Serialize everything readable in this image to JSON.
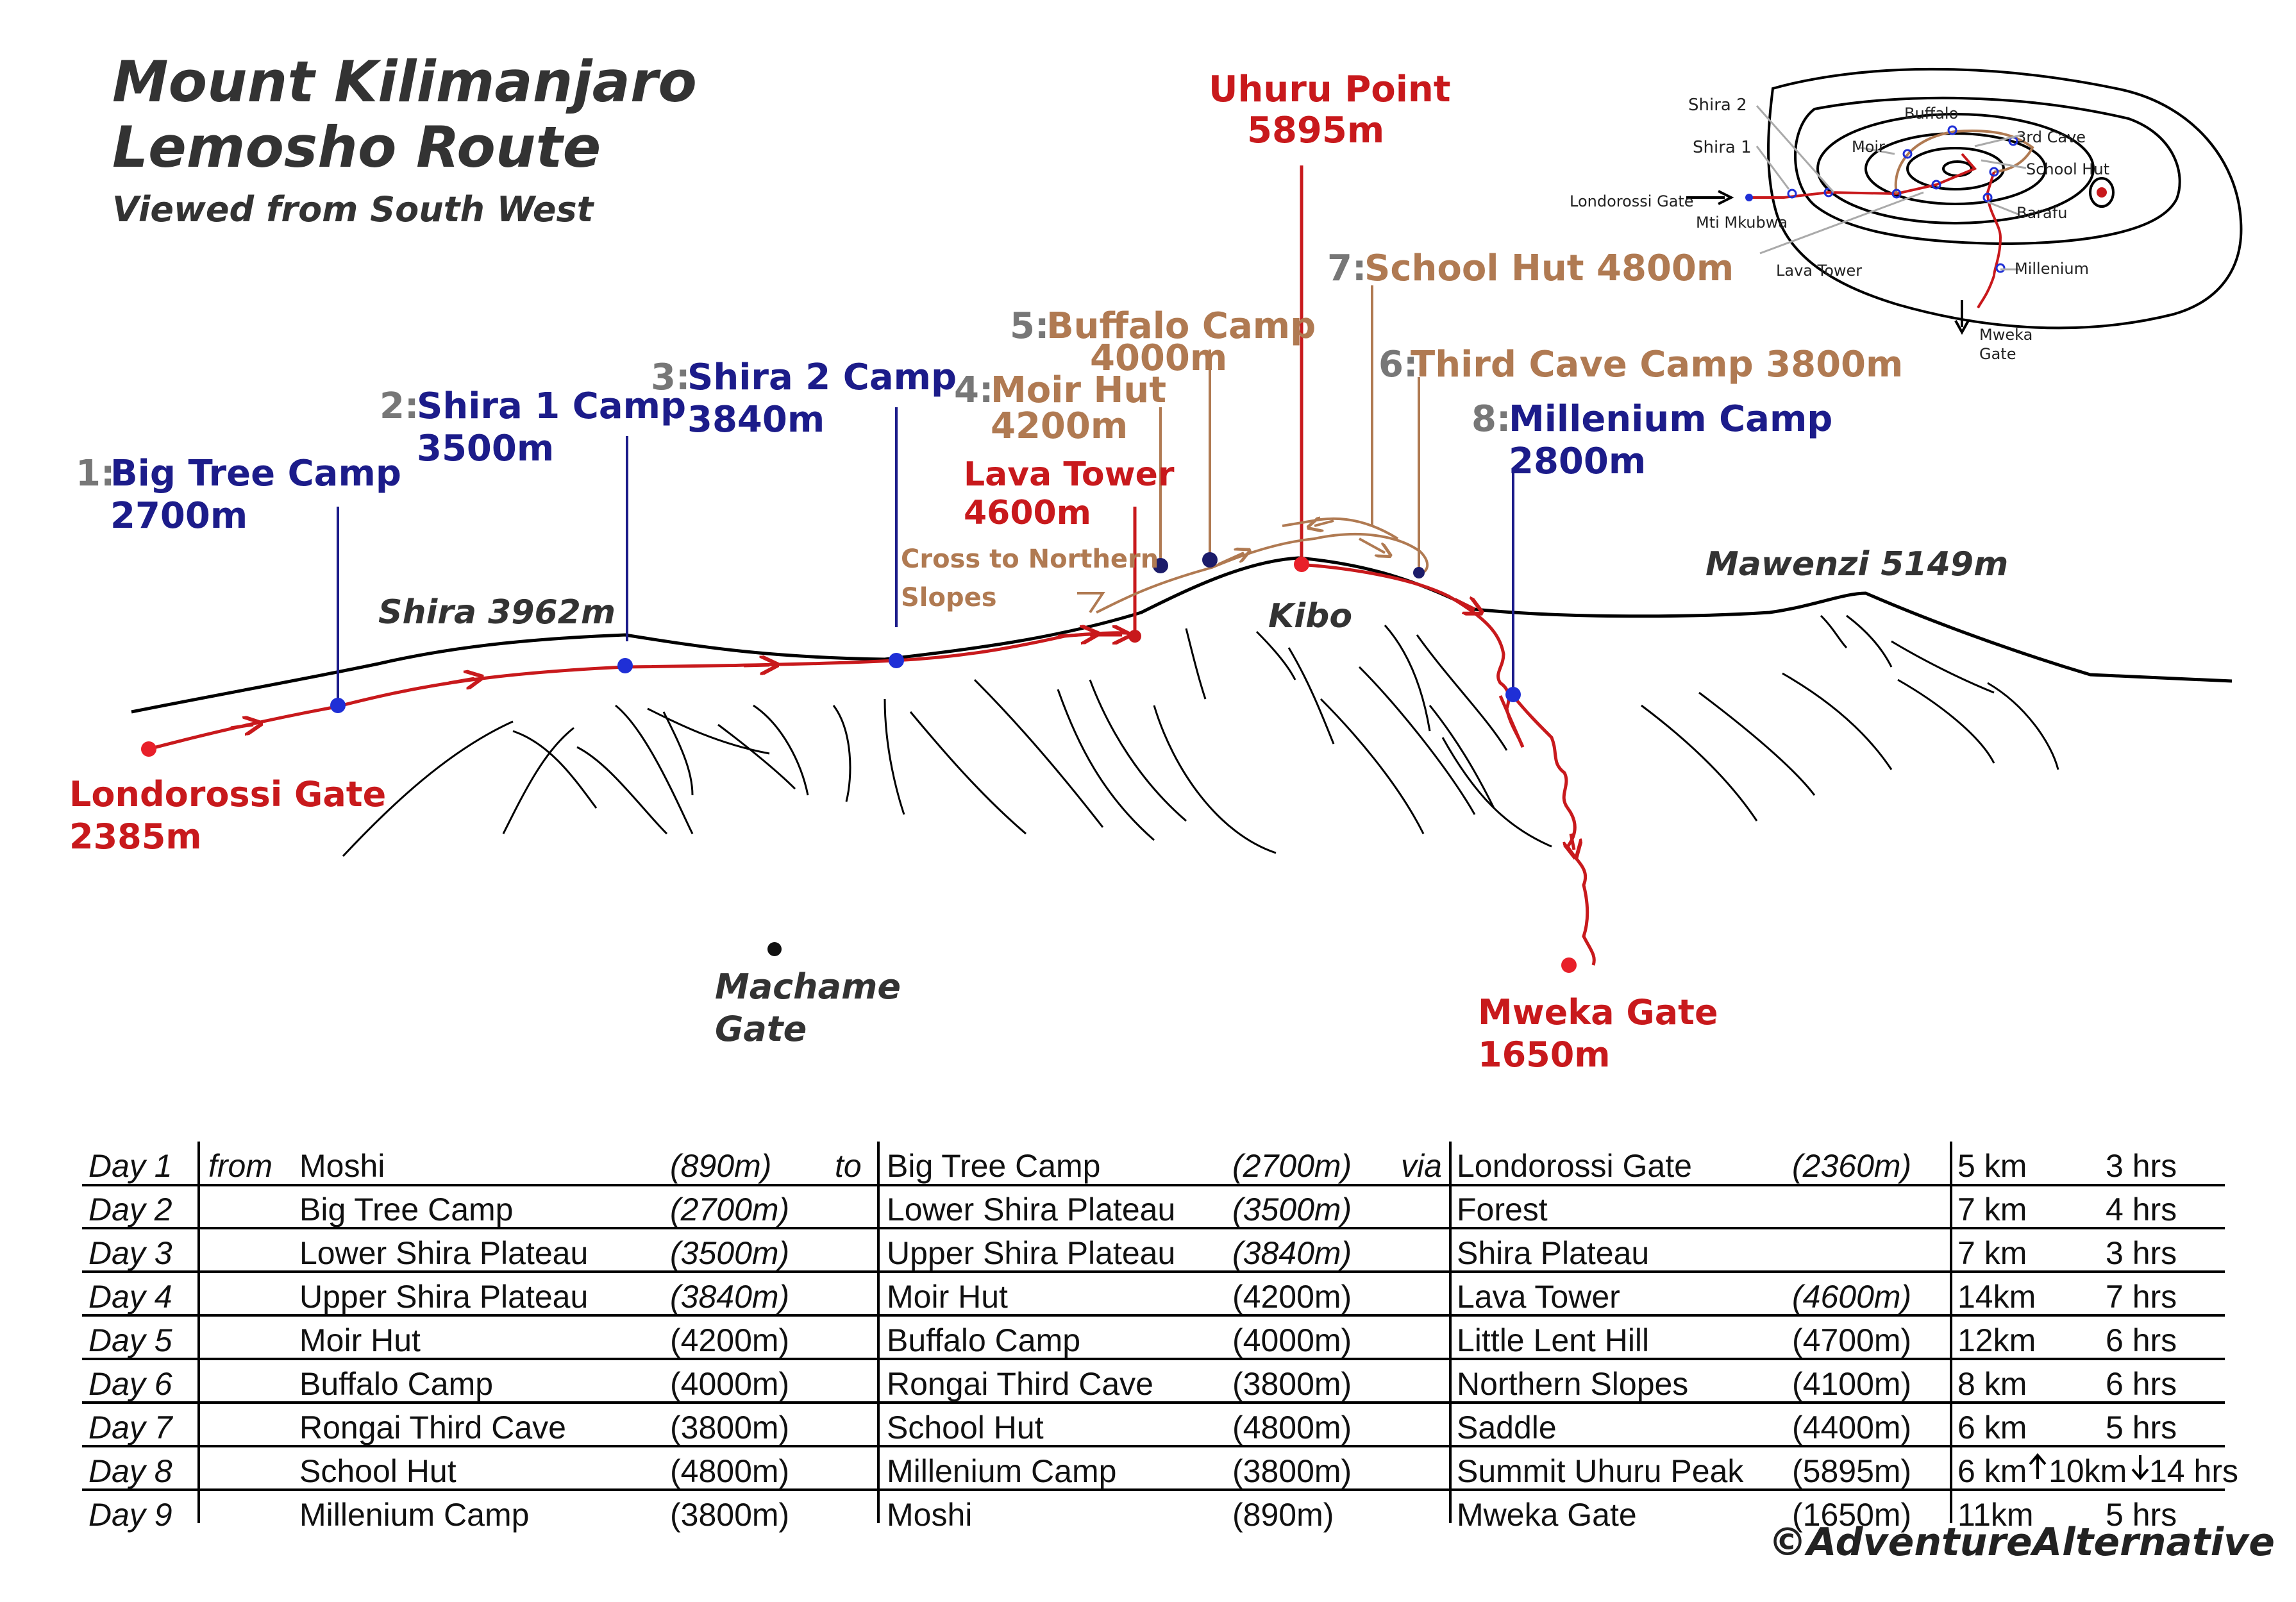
{
  "title": {
    "line1": "Mount Kilimanjaro",
    "line2": "Lemosho Route",
    "subtitle": "Viewed from South West"
  },
  "summit": {
    "name": "Uhuru Point",
    "alt": "5895m"
  },
  "camps": [
    {
      "num": "1:",
      "name": "Big Tree Camp",
      "alt": "2700m"
    },
    {
      "num": "2:",
      "name": "Shira 1 Camp",
      "alt": "3500m"
    },
    {
      "num": "3:",
      "name": "Shira 2 Camp",
      "alt": "3840m"
    },
    {
      "num": "4:",
      "name": "Moir Hut",
      "alt": "4200m"
    },
    {
      "num": "5:",
      "name": "Buffalo Camp",
      "alt": "4000m"
    },
    {
      "num": "6:",
      "name": "Third Cave Camp 3800m"
    },
    {
      "num": "7:",
      "name": "School Hut 4800m"
    },
    {
      "num": "8:",
      "name": "Millenium Camp",
      "alt": "2800m"
    }
  ],
  "lava_tower": {
    "name": "Lava Tower",
    "alt": "4600m"
  },
  "cross_note": {
    "line1": "Cross to Northern",
    "line2": "Slopes"
  },
  "features": {
    "shira": "Shira 3962m",
    "kibo": "Kibo",
    "mawenzi": "Mawenzi 5149m",
    "machame1": "Machame",
    "machame2": "Gate"
  },
  "gates": {
    "londorossi": {
      "name": "Londorossi Gate",
      "alt": "2385m"
    },
    "mweka": {
      "name": "Mweka Gate",
      "alt": "1650m"
    }
  },
  "inset": {
    "labels": {
      "shira2": "Shira 2",
      "shira1": "Shira 1",
      "buffalo": "Buffalo",
      "third_cave": "3rd Cave",
      "moir": "Moir",
      "school_hut": "School Hut",
      "londorossi": "Londorossi Gate",
      "mti_mkubwa": "Mti Mkubwa",
      "barafu": "Barafu",
      "lava_tower": "Lava Tower",
      "millenium": "Millenium",
      "mweka1": "Mweka",
      "mweka2": "Gate"
    }
  },
  "table": {
    "from_word": "from",
    "to_word": "to",
    "via_word": "via",
    "rows": [
      {
        "day": "Day 1",
        "from": "Moshi",
        "from_alt": "(890m)",
        "to": "Big Tree Camp",
        "to_alt": "(2700m)",
        "via": "Londorossi Gate",
        "via_alt": "(2360m)",
        "dist": "5 km",
        "time": "3 hrs"
      },
      {
        "day": "Day 2",
        "from": "Big Tree Camp",
        "from_alt": "(2700m)",
        "to": "Lower Shira Plateau",
        "to_alt": "(3500m)",
        "via": "Forest",
        "via_alt": "",
        "dist": "7 km",
        "time": "4 hrs"
      },
      {
        "day": "Day 3",
        "from": "Lower Shira Plateau",
        "from_alt": "(3500m)",
        "to": "Upper Shira Plateau",
        "to_alt": "(3840m)",
        "via": "Shira Plateau",
        "via_alt": "",
        "dist": "7 km",
        "time": "3 hrs"
      },
      {
        "day": "Day 4",
        "from": "Upper Shira Plateau",
        "from_alt": "(3840m)",
        "to": "Moir Hut",
        "to_alt": "(4200m)",
        "via": "Lava Tower",
        "via_alt": "(4600m)",
        "dist": "14km",
        "time": "7 hrs"
      },
      {
        "day": "Day 5",
        "from": "Moir Hut",
        "from_alt": "(4200m)",
        "to": "Buffalo Camp",
        "to_alt": "(4000m)",
        "via": "Little Lent Hill",
        "via_alt": "(4700m)",
        "dist": "12km",
        "time": "6 hrs"
      },
      {
        "day": "Day 6",
        "from": "Buffalo Camp",
        "from_alt": "(4000m)",
        "to": "Rongai Third Cave",
        "to_alt": "(3800m)",
        "via": "Northern Slopes",
        "via_alt": "(4100m)",
        "dist": "8 km",
        "time": "6 hrs"
      },
      {
        "day": "Day 7",
        "from": "Rongai Third Cave",
        "from_alt": "(3800m)",
        "to": "School Hut",
        "to_alt": "(4800m)",
        "via": "Saddle",
        "via_alt": "(4400m)",
        "dist": "6 km",
        "time": "5 hrs"
      },
      {
        "day": "Day 8",
        "from": "School Hut",
        "from_alt": "(4800m)",
        "to": "Millenium Camp",
        "to_alt": "(3800m)",
        "via": "Summit Uhuru Peak",
        "via_alt": "(5895m)",
        "dist": "6 km",
        "time": "14 hrs",
        "dist2": "10km"
      },
      {
        "day": "Day 9",
        "from": "Millenium Camp",
        "from_alt": "(3800m)",
        "to": "Moshi",
        "to_alt": "(890m)",
        "via": "Mweka Gate",
        "via_alt": "(1650m)",
        "dist": "11km",
        "time": "5 hrs"
      }
    ]
  },
  "copyright": "©AdventureAlternative",
  "colors": {
    "route_red": "#c8191c",
    "camp_blue": "#1c1c8a",
    "brown": "#b07a52",
    "number_grey": "#777777",
    "dot_blue": "#1f2fd6"
  }
}
